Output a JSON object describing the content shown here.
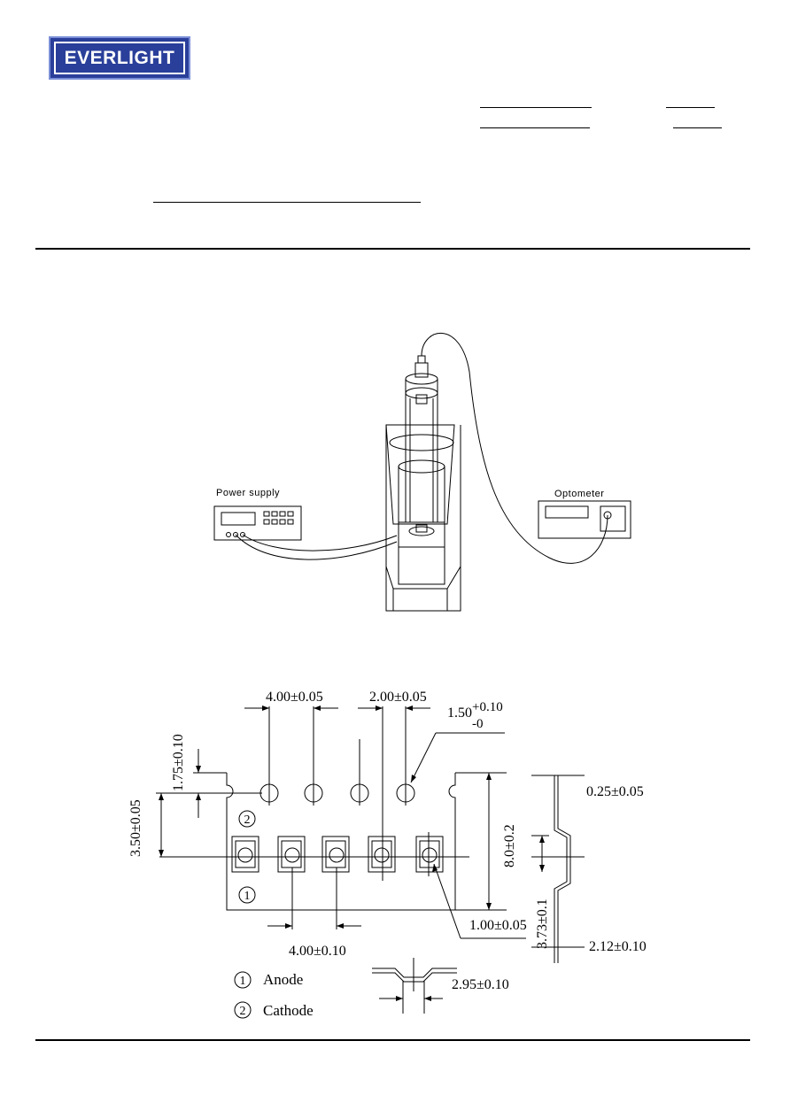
{
  "header": {
    "logo_text": "EVERLIGHT",
    "logo_color": "#2a3f9a"
  },
  "setup_figure": {
    "power_supply_label": "Power supply",
    "optometer_label": "Optometer"
  },
  "tape_drawing": {
    "dim_sprocket_pitch": "4.00±0.05",
    "dim_hole_to_pocket": "2.00±0.05",
    "dim_hole_diameter": "1.50",
    "dim_hole_diameter_tol_upper": "+0.10",
    "dim_hole_diameter_tol_lower": "-0",
    "dim_edge_to_hole": "1.75±0.10",
    "dim_hole_to_pocket_center": "3.50±0.05",
    "dim_tape_width": "8.0±0.2",
    "dim_pocket_hole": "1.00±0.05",
    "dim_pocket_pitch": "4.00±0.10",
    "dim_tape_thickness": "0.25±0.05",
    "dim_pocket_depth_a": "3.73±0.1",
    "dim_pocket_depth_b": "2.12±0.10",
    "dim_pocket_width": "2.95±0.10",
    "pin_1_marker": "1",
    "pin_2_marker": "2",
    "legend": [
      {
        "num": "1",
        "label": "Anode"
      },
      {
        "num": "2",
        "label": "Cathode"
      }
    ]
  }
}
